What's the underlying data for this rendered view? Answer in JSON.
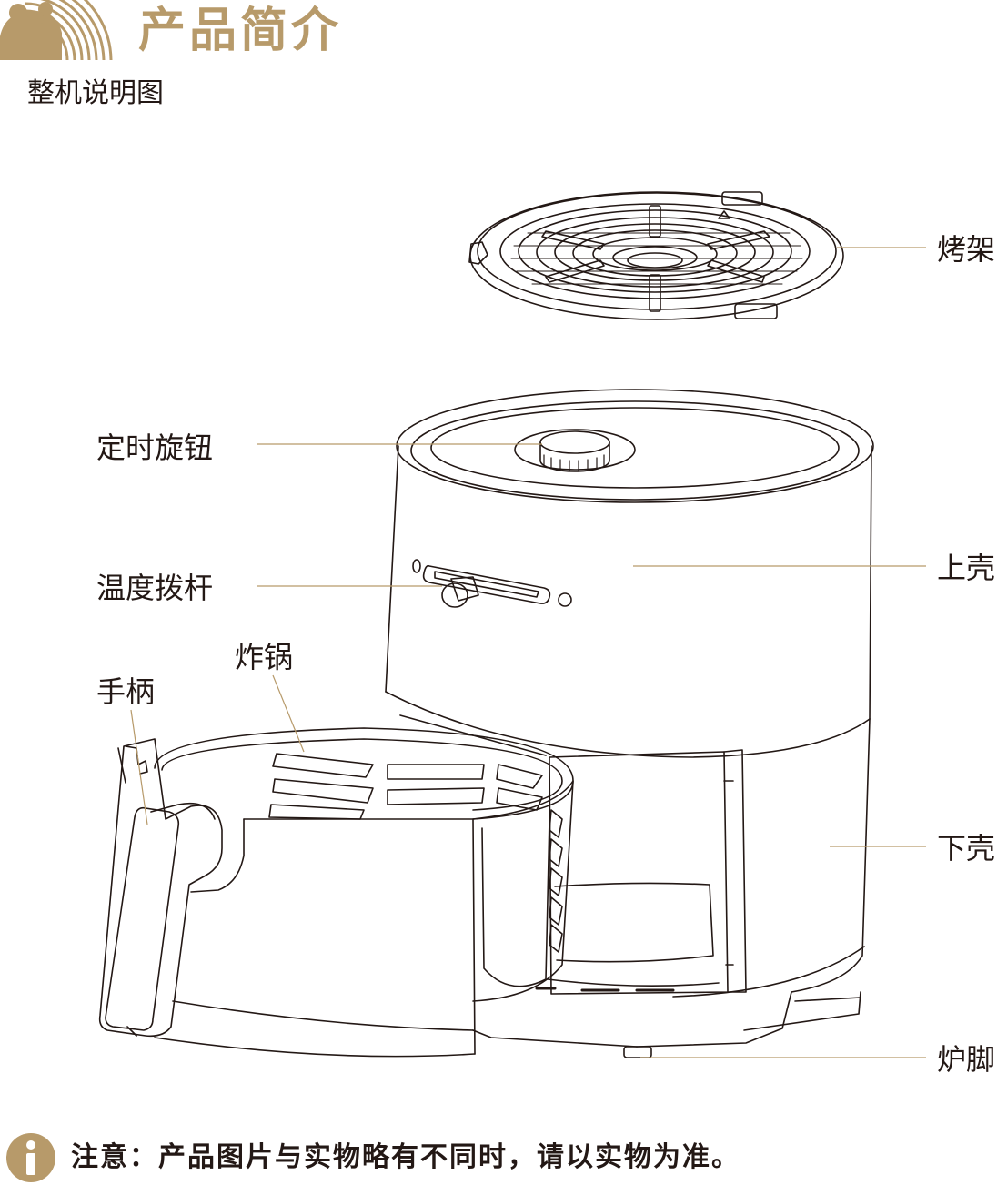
{
  "header": {
    "title": "产品简介",
    "subtitle": "整机说明图"
  },
  "labels": {
    "rack": "烤架",
    "timer_knob": "定时旋钮",
    "upper_shell": "上壳",
    "temp_lever": "温度拨杆",
    "fry_pot": "炸锅",
    "handle": "手柄",
    "lower_shell": "下壳",
    "foot": "炉脚"
  },
  "notice": {
    "text": "注意：产品图片与实物略有不同时，请以实物为准。"
  },
  "colors": {
    "brand": "#b79a6a",
    "text": "#231815",
    "line": "#231815",
    "leader": "#b79a6a"
  }
}
